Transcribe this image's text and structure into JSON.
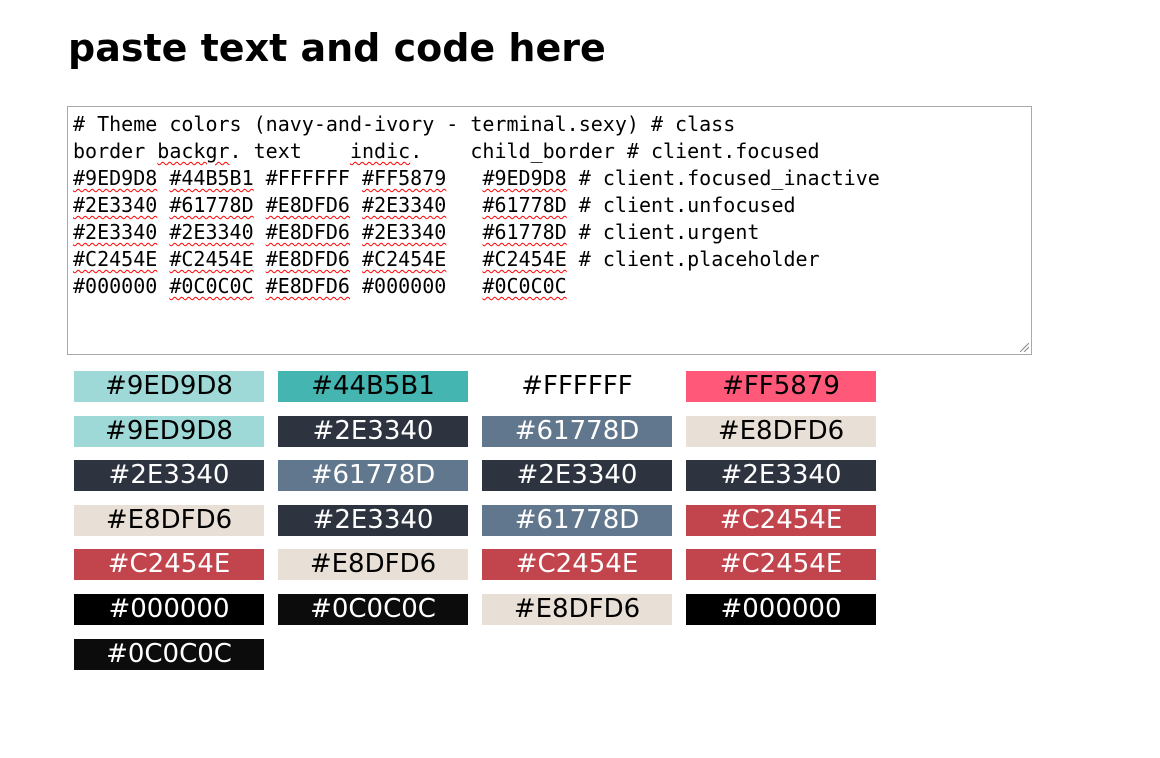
{
  "page": {
    "title": "paste text and code here"
  },
  "editor": {
    "segments": [
      [
        {
          "t": "# Theme colors (navy-and-ivory - terminal.sexy) # class"
        }
      ],
      [
        {
          "t": "border "
        },
        {
          "t": "backgr",
          "s": true
        },
        {
          "t": ". text    "
        },
        {
          "t": "indic",
          "s": true
        },
        {
          "t": ".    child_border # client.focused"
        }
      ],
      [
        {
          "t": "#9ED9D8",
          "s": true
        },
        {
          "t": " "
        },
        {
          "t": "#44B5B1",
          "s": true
        },
        {
          "t": " #FFFFFF "
        },
        {
          "t": "#FF5879",
          "s": true
        },
        {
          "t": "   "
        },
        {
          "t": "#9ED9D8",
          "s": true
        },
        {
          "t": " # client.focused_inactive"
        }
      ],
      [
        {
          "t": "#2E3340",
          "s": true
        },
        {
          "t": " "
        },
        {
          "t": "#61778D",
          "s": true
        },
        {
          "t": " "
        },
        {
          "t": "#E8DFD6",
          "s": true
        },
        {
          "t": " "
        },
        {
          "t": "#2E3340",
          "s": true
        },
        {
          "t": "   "
        },
        {
          "t": "#61778D",
          "s": true
        },
        {
          "t": " # client.unfocused"
        }
      ],
      [
        {
          "t": "#2E3340",
          "s": true
        },
        {
          "t": " "
        },
        {
          "t": "#2E3340",
          "s": true
        },
        {
          "t": " "
        },
        {
          "t": "#E8DFD6",
          "s": true
        },
        {
          "t": " "
        },
        {
          "t": "#2E3340",
          "s": true
        },
        {
          "t": "   "
        },
        {
          "t": "#61778D",
          "s": true
        },
        {
          "t": " # client.urgent"
        }
      ],
      [
        {
          "t": "#C2454E",
          "s": true
        },
        {
          "t": " "
        },
        {
          "t": "#C2454E",
          "s": true
        },
        {
          "t": " "
        },
        {
          "t": "#E8DFD6",
          "s": true
        },
        {
          "t": " "
        },
        {
          "t": "#C2454E",
          "s": true
        },
        {
          "t": "   "
        },
        {
          "t": "#C2454E",
          "s": true
        },
        {
          "t": " # client.placeholder"
        }
      ],
      [
        {
          "t": "#000000 "
        },
        {
          "t": "#0C0C0C",
          "s": true
        },
        {
          "t": " "
        },
        {
          "t": "#E8DFD6",
          "s": true
        },
        {
          "t": " #000000   "
        },
        {
          "t": "#0C0C0C",
          "s": true
        }
      ]
    ],
    "resize_icon": "resize-grip-icon"
  },
  "swatch_grid": {
    "columns": 4,
    "items": [
      {
        "label": "#9ED9D8",
        "bg": "#9ED9D8",
        "fg": "#000000"
      },
      {
        "label": "#44B5B1",
        "bg": "#44B5B1",
        "fg": "#000000"
      },
      {
        "label": "#FFFFFF",
        "bg": "#FFFFFF",
        "fg": "#000000"
      },
      {
        "label": "#FF5879",
        "bg": "#FF5879",
        "fg": "#000000"
      },
      {
        "label": "#9ED9D8",
        "bg": "#9ED9D8",
        "fg": "#000000"
      },
      {
        "label": "#2E3340",
        "bg": "#2E3340",
        "fg": "#FFFFFF"
      },
      {
        "label": "#61778D",
        "bg": "#61778D",
        "fg": "#FFFFFF"
      },
      {
        "label": "#E8DFD6",
        "bg": "#E8DFD6",
        "fg": "#000000"
      },
      {
        "label": "#2E3340",
        "bg": "#2E3340",
        "fg": "#FFFFFF"
      },
      {
        "label": "#61778D",
        "bg": "#61778D",
        "fg": "#FFFFFF"
      },
      {
        "label": "#2E3340",
        "bg": "#2E3340",
        "fg": "#FFFFFF"
      },
      {
        "label": "#2E3340",
        "bg": "#2E3340",
        "fg": "#FFFFFF"
      },
      {
        "label": "#E8DFD6",
        "bg": "#E8DFD6",
        "fg": "#000000"
      },
      {
        "label": "#2E3340",
        "bg": "#2E3340",
        "fg": "#FFFFFF"
      },
      {
        "label": "#61778D",
        "bg": "#61778D",
        "fg": "#FFFFFF"
      },
      {
        "label": "#C2454E",
        "bg": "#C2454E",
        "fg": "#FFFFFF"
      },
      {
        "label": "#C2454E",
        "bg": "#C2454E",
        "fg": "#FFFFFF"
      },
      {
        "label": "#E8DFD6",
        "bg": "#E8DFD6",
        "fg": "#000000"
      },
      {
        "label": "#C2454E",
        "bg": "#C2454E",
        "fg": "#FFFFFF"
      },
      {
        "label": "#C2454E",
        "bg": "#C2454E",
        "fg": "#FFFFFF"
      },
      {
        "label": "#000000",
        "bg": "#000000",
        "fg": "#FFFFFF"
      },
      {
        "label": "#0C0C0C",
        "bg": "#0C0C0C",
        "fg": "#FFFFFF"
      },
      {
        "label": "#E8DFD6",
        "bg": "#E8DFD6",
        "fg": "#000000"
      },
      {
        "label": "#000000",
        "bg": "#000000",
        "fg": "#FFFFFF"
      },
      {
        "label": "#0C0C0C",
        "bg": "#0C0C0C",
        "fg": "#FFFFFF"
      }
    ]
  }
}
